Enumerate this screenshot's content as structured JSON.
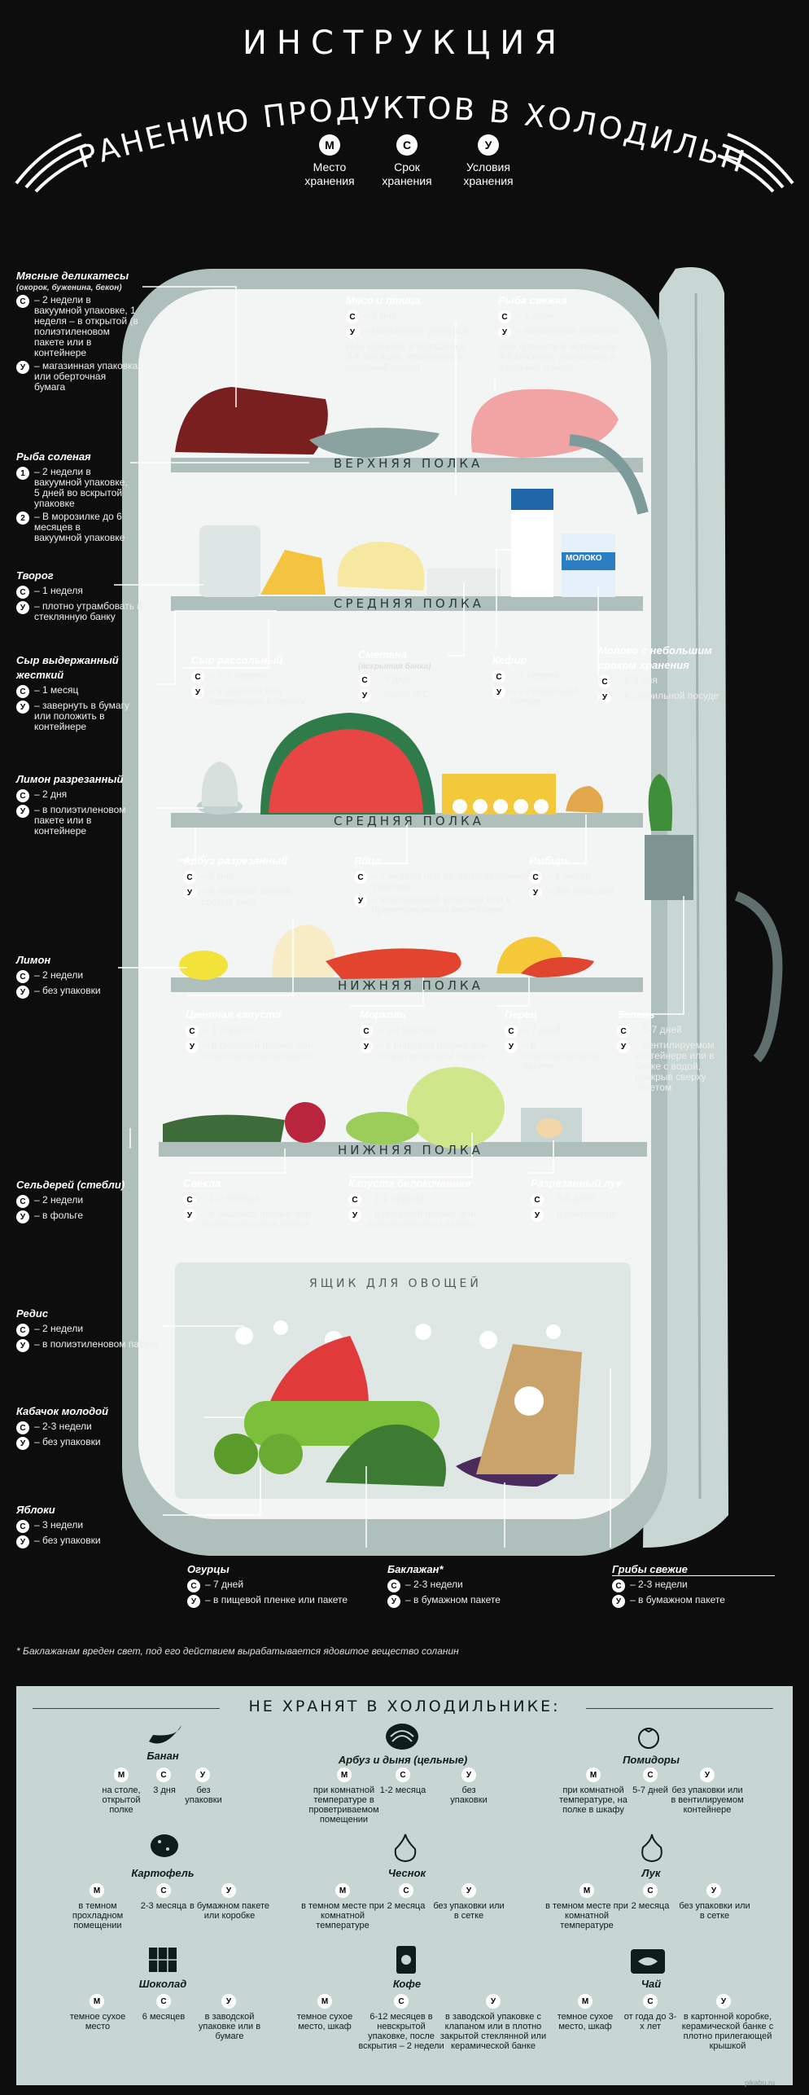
{
  "header": {
    "title1": "ИНСТРУКЦИЯ",
    "title2": "ПО ХРАНЕНИЮ ПРОДУКТОВ В ХОЛОДИЛЬНИКЕ",
    "legend": [
      {
        "sym": "М",
        "label": "Место хранения"
      },
      {
        "sym": "С",
        "label": "Срок хранения"
      },
      {
        "sym": "У",
        "label": "Условия хранения"
      }
    ]
  },
  "shelves": {
    "top": "ВЕРХНЯЯ ПОЛКА",
    "mid1": "СРЕДНЯЯ ПОЛКА",
    "mid2": "СРЕДНЯЯ ПОЛКА",
    "low1": "НИЖНЯЯ ПОЛКА",
    "low2": "НИЖНЯЯ ПОЛКА",
    "drawer": "ЯЩИК ДЛЯ ОВОЩЕЙ",
    "milk_label": "МОЛОКО"
  },
  "items": {
    "meat_deli": {
      "title": "Мясные деликатесы",
      "sub": "(окорок, буженина, бекон)",
      "s": "С",
      "s_text": "– 2 недели в вакуумной упаковке, 1 неделя – в открытой (в полиэтиленовом пакете или в контейнере",
      "u": "У",
      "u_text": "– магазинная упаковка или оберточная бумага"
    },
    "salted_fish": {
      "title": "Рыба соленая",
      "s1": "1",
      "t1": "– 2 недели в вакуумной упаковке, 5 дней во вскрытой упаковке",
      "s2": "2",
      "t2": "– В морозилке до 6 месяцев в вакуумной упаковке"
    },
    "tvorog": {
      "title": "Творог",
      "s": "С",
      "s_text": "– 1 неделя",
      "u": "У",
      "u_text": "– плотно утрамбовать в стеклянную банку"
    },
    "aged_cheese": {
      "title": "Сыр выдержанный жесткий",
      "s": "С",
      "s_text": "– 1 месяц",
      "u": "У",
      "u_text": "– завернуть в бумагу или положить в контейнере"
    },
    "lemon_cut": {
      "title": "Лимон разрезанный",
      "s": "С",
      "s_text": "– 2 дня",
      "u": "У",
      "u_text": "– в полиэтиленовом пакете или в контейнере"
    },
    "lemon": {
      "title": "Лимон",
      "s": "С",
      "s_text": "– 2 недели",
      "u": "У",
      "u_text": "– без упаковки"
    },
    "celery": {
      "title": "Сельдерей (стебли)",
      "s": "С",
      "s_text": "– 2 недели",
      "u": "У",
      "u_text": "– в фольге"
    },
    "radish": {
      "title": "Редис",
      "s": "С",
      "s_text": "– 2 недели",
      "u": "У",
      "u_text": "– в полиэтиленовом пакете"
    },
    "zucchini": {
      "title": "Кабачок молодой",
      "s": "С",
      "s_text": "– 2-3 недели",
      "u": "У",
      "u_text": "– без упаковки"
    },
    "apples": {
      "title": "Яблоки",
      "s": "С",
      "s_text": "– 3 недели",
      "u": "У",
      "u_text": "– без упаковки"
    },
    "meat": {
      "title": "Мясо и птица",
      "s": "С",
      "s_text": "– 2 дня",
      "u": "У",
      "u_text": "– магазинная упаковка",
      "extra": "Или хранить в морозилке 3-6 месяцев, упаковать в плотный пакет"
    },
    "fish": {
      "title": "Рыба свежая",
      "s": "С",
      "s_text": "– 1 день",
      "u": "У",
      "u_text": "– магазинная упаковка",
      "extra": "Или хранить в морозилке 3-6 месяцев, упаковать в плотный пакет"
    },
    "cheese_soft": {
      "title": "Сыр рассольный",
      "s": "С",
      "s_text": "– 1-2 недели",
      "u": "У",
      "u_text": "– в рассоле или завернутым в бумагу"
    },
    "smetana": {
      "title": "Сметана",
      "sub": "(вскрытая банка)",
      "s": "С",
      "s_text": "– 3 дня",
      "u": "У",
      "u_text": "– около 0°С"
    },
    "kefir": {
      "title": "Кефир",
      "s": "С",
      "s_text": "– 1 неделя",
      "u": "У",
      "u_text": "– в стерильной посуде"
    },
    "milk": {
      "title": "Молоко с небольшим сроком хранения",
      "s": "С",
      "s_text": "– 2-3 дня",
      "u": "У",
      "u_text": "– в стерильной посуде"
    },
    "watermelon": {
      "title": "Арбуз разрезанный",
      "s": "С",
      "s_text": "– 2 дня",
      "u": "У",
      "u_text": "– в пищевой пленке, срезом вниз"
    },
    "eggs": {
      "title": "Яйца",
      "s": "С",
      "s_text": "– 2 недели или до даты, указанной на упаковке",
      "u": "У",
      "u_text": "– в магазинной упаковке или в проветриваемом контейнере"
    },
    "ginger": {
      "title": "Имбирь",
      "s": "С",
      "s_text": "– 1 месяц",
      "u": "У",
      "u_text": "– без упаковки"
    },
    "cauliflower": {
      "title": "Цветная капуста",
      "s": "С",
      "s_text": "– 1 неделя",
      "u": "У",
      "u_text": "– в пищевой пленке или полиэтиленовом пакете"
    },
    "carrot": {
      "title": "Морковь",
      "s": "С",
      "s_text": "– 1-2 месяца",
      "u": "У",
      "u_text": "– в пищевой пленке или полиэтиленовом пакете"
    },
    "pepper": {
      "title": "Перец",
      "s": "С",
      "s_text": "– 7 дней",
      "u": "У",
      "u_text": "– в полиэтиленовом пакете"
    },
    "greens": {
      "title": "Зелень",
      "s": "С",
      "s_text": "– 5-7 дней",
      "u": "У",
      "u_text": "– вентилируемом контейнере или в банке с водой, прикрыв сверху пакетом"
    },
    "beet": {
      "title": "Свекла",
      "s": "С",
      "s_text": "– 1-2 месяца",
      "u": "У",
      "u_text": "– в пищевой пленке или полиэтиленовом пакете"
    },
    "cabbage": {
      "title": "Капуста белокочанная",
      "s": "С",
      "s_text": "– 1-2 недели",
      "u": "У",
      "u_text": "– в пищевой пленке или полиэтиленовом пакете"
    },
    "onion_cut": {
      "title": "Разрезанный лук",
      "s": "С",
      "s_text": "– 3-5 дней",
      "u": "У",
      "u_text": "– в контейнере"
    },
    "cucumbers": {
      "title": "Огурцы",
      "s": "С",
      "s_text": "– 7 дней",
      "u": "У",
      "u_text": "– в пищевой пленке или пакете"
    },
    "eggplant": {
      "title": "Баклажан*",
      "s": "С",
      "s_text": "– 2-3 недели",
      "u": "У",
      "u_text": "– в бумажном пакете"
    },
    "mushrooms": {
      "title": "Грибы свежие",
      "s": "С",
      "s_text": "– 2-3 недели",
      "u": "У",
      "u_text": "– в бумажном пакете"
    }
  },
  "footnote": "* Баклажанам вреден свет, под его действием вырабатывается ядовитое вещество соланин",
  "bottom": {
    "title": "НЕ ХРАНЯТ В ХОЛОДИЛЬНИКЕ:",
    "items": [
      {
        "name": "Банан",
        "m": "на столе, открытой полке",
        "s": "3 дня",
        "u": "без упаковки"
      },
      {
        "name": "Арбуз и дыня (цельные)",
        "m": "при комнатной температуре в проветриваемом помещении",
        "s": "1-2 месяца",
        "u": "без упаковки"
      },
      {
        "name": "Помидоры",
        "m": "при комнатной температуре, на полке в шкафу",
        "s": "5-7 дней",
        "u": "без упаковки или в вентилируемом контейнере"
      },
      {
        "name": "Картофель",
        "m": "в темном прохладном помещении",
        "s": "2-3 месяца",
        "u": "в бумажном пакете или коробке"
      },
      {
        "name": "Чеснок",
        "m": "в темном месте при комнатной температуре",
        "s": "2 месяца",
        "u": "без упаковки или в сетке"
      },
      {
        "name": "Лук",
        "m": "в темном месте при комнатной температуре",
        "s": "2 месяца",
        "u": "без упаковки или в сетке"
      },
      {
        "name": "Шоколад",
        "m": "темное сухое место",
        "s": "6 месяцев",
        "u": "в заводской упаковке или в бумаге"
      },
      {
        "name": "Кофе",
        "m": "темное сухое место, шкаф",
        "s": "6-12 месяцев в невскрытой упаковке, после вскрытия – 2 недели",
        "u": "в заводской упаковке с клапаном или в плотно закрытой стеклянной или керамической банке"
      },
      {
        "name": "Чай",
        "m": "темное сухое место, шкаф",
        "s": "от года до 3-х лет",
        "u": "в картонной коробке, керамической банке с плотно прилегающей крышкой"
      }
    ],
    "m": "М",
    "sc": "С",
    "u": "У"
  },
  "watermark": "pikabu.ru"
}
